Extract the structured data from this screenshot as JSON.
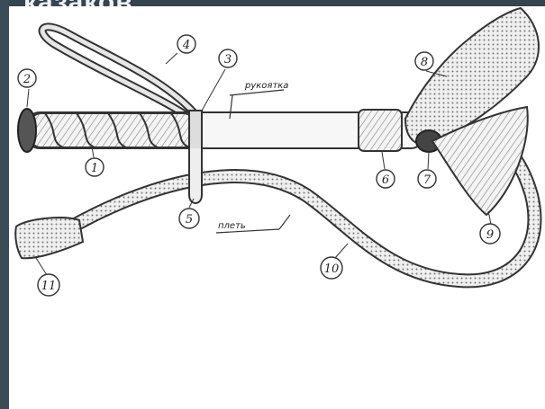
{
  "slide": {
    "title": "казаков"
  },
  "figure": {
    "captions": {
      "handle": "рукоятка",
      "lash": "плеть"
    },
    "labels": [
      "1",
      "2",
      "3",
      "4",
      "5",
      "6",
      "7",
      "8",
      "9",
      "10",
      "11"
    ]
  }
}
